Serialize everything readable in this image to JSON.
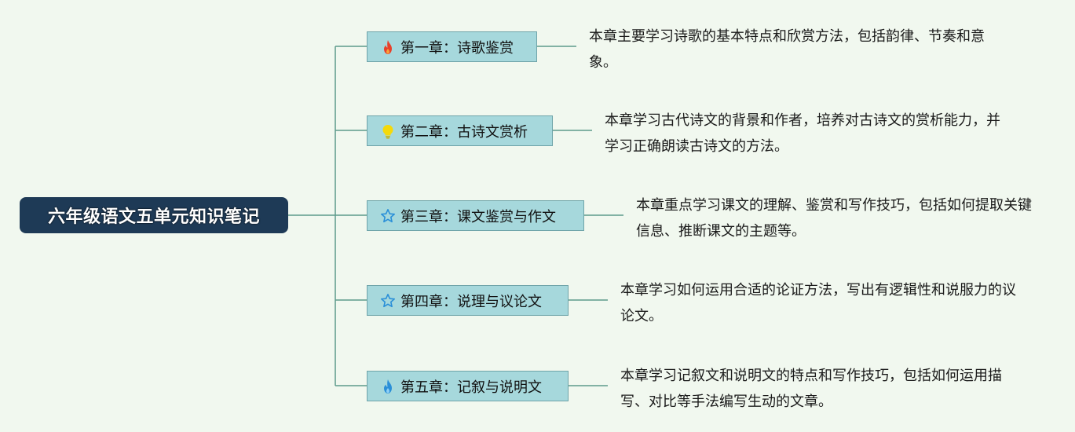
{
  "root": {
    "title": "六年级语文五单元知识笔记"
  },
  "chapters": [
    {
      "label": "第一章：诗歌鉴赏",
      "icon": "fire-icon",
      "icon_color": "#e8402a",
      "description": "本章主要学习诗歌的基本特点和欣赏方法，包括韵律、节奏和意象。"
    },
    {
      "label": "第二章：古诗文赏析",
      "icon": "lightbulb-icon",
      "icon_color": "#f5d90a",
      "description": "本章学习古代诗文的背景和作者，培养对古诗文的赏析能力，并学习正确朗读古诗文的方法。"
    },
    {
      "label": "第三章：课文鉴赏与作文",
      "icon": "star-outline-icon",
      "icon_color": "#2a8fd8",
      "description": "本章重点学习课文的理解、鉴赏和写作技巧，包括如何提取关键信息、推断课文的主题等。"
    },
    {
      "label": "第四章：说理与议论文",
      "icon": "star-outline-icon",
      "icon_color": "#2a8fd8",
      "description": "本章学习如何运用合适的论证方法，写出有逻辑性和说服力的议论文。"
    },
    {
      "label": "第五章：记叙与说明文",
      "icon": "fire-icon",
      "icon_color": "#2a8fd8",
      "description": "本章学习记叙文和说明文的特点和写作技巧，包括如何运用描写、对比等手法编写生动的文章。"
    }
  ],
  "colors": {
    "background": "#f1f8ef",
    "root_fill": "#1e3a56",
    "node_fill": "#a6d8dc",
    "connector": "#5e9a8c"
  }
}
